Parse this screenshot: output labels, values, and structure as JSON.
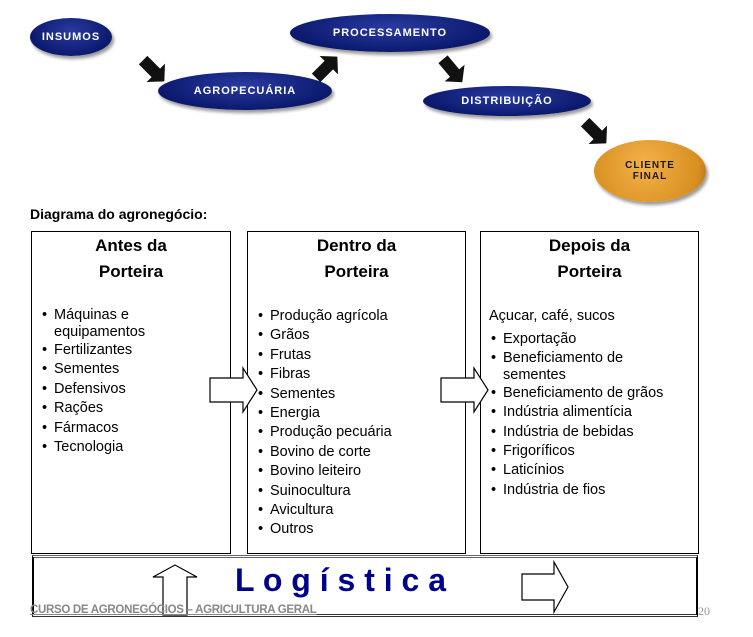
{
  "chain": {
    "insumos": "INSUMOS",
    "agropecuaria": "AGROPECUÁRIA",
    "processamento": "PROCESSAMENTO",
    "distribuicao": "DISTRIBUIÇÃO",
    "cliente_line1": "CLIENTE",
    "cliente_line2": "FINAL"
  },
  "diagram_title": "Diagrama do agronegócio:",
  "columns": [
    {
      "title_line1": "Antes da",
      "title_line2": "Porteira",
      "items": [
        "Máquinas e equipamentos",
        "Fertilizantes",
        "Sementes",
        "Defensivos",
        "Rações",
        "Fármacos",
        "Tecnologia"
      ]
    },
    {
      "title_line1": "Dentro da",
      "title_line2": "Porteira",
      "items": [
        "Produção agrícola",
        "Grãos",
        "Frutas",
        "Fibras",
        "Sementes",
        "Energia",
        "Produção pecuária",
        "Bovino de corte",
        "Bovino leiteiro",
        "Suinocultura",
        "Avicultura",
        "Outros"
      ]
    },
    {
      "title_line1": "Depois da",
      "title_line2": "Porteira",
      "intro": "Açucar, café, sucos",
      "items": [
        "Exportação",
        "Beneficiamento de sementes",
        "Beneficiamento de grãos",
        "Indústria alimentícia",
        "Indústria de bebidas",
        "Frigoríficos",
        "Laticínios",
        "Indústria de fios"
      ]
    }
  ],
  "logistics": "L o g í s t i c a",
  "footer": {
    "course": "CURSO DE AGRONEGÓCIOS – AGRICULTURA GERAL",
    "page": "20"
  },
  "colors": {
    "oval": "#0b1a6e",
    "client": "#e09a2a",
    "logistics_text": "#00008b"
  }
}
